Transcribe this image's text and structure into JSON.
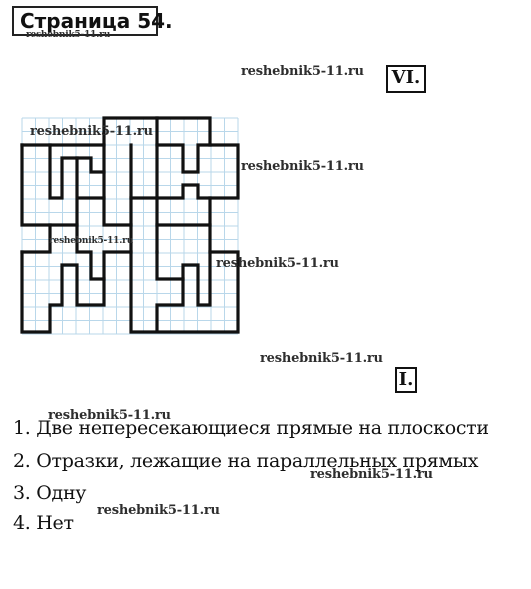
{
  "header": {
    "page_title": "Страница 54."
  },
  "sections": {
    "roman_6": "VI.",
    "roman_1": "I."
  },
  "watermark": {
    "text": "reshebnik5-11.ru",
    "small_text": "reshebnik5-11.ru"
  },
  "answers": [
    "1. Две непересекающиеся прямые на плоскости",
    "2. Отразки, лежащие на параллельных прямых",
    "3. Одну",
    "4. Нет"
  ],
  "figure": {
    "grid_color": "#b9d7ea",
    "line_color": "#111111"
  }
}
